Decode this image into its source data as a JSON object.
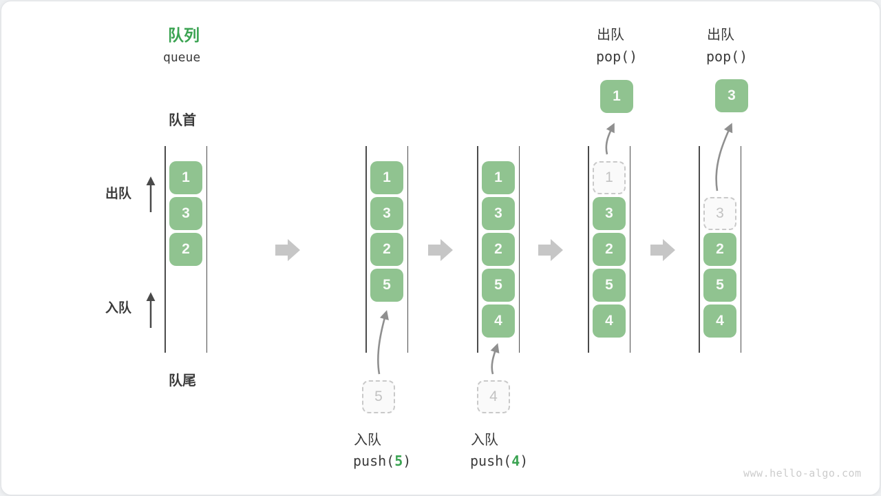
{
  "header": {
    "title": "队列",
    "subtitle": "queue"
  },
  "side": {
    "front_label": "队首",
    "rear_label": "队尾",
    "dequeue_label": "出队",
    "enqueue_label": "入队"
  },
  "states": [
    {
      "items": [
        "1",
        "3",
        "2"
      ]
    },
    {
      "items": [
        "1",
        "3",
        "2",
        "5"
      ],
      "staged_item": "5"
    },
    {
      "items": [
        "1",
        "3",
        "2",
        "5",
        "4"
      ],
      "staged_item": "4"
    },
    {
      "items": [
        "3",
        "2",
        "5",
        "4"
      ],
      "removed_item": "1",
      "popped_item": "1"
    },
    {
      "items": [
        "2",
        "5",
        "4"
      ],
      "removed_item": "3",
      "popped_item": "3"
    }
  ],
  "operations": {
    "push_5": {
      "label": "入队",
      "code": {
        "pre": "push(",
        "arg": "5",
        "post": ")"
      }
    },
    "push_4": {
      "label": "入队",
      "code": {
        "pre": "push(",
        "arg": "4",
        "post": ")"
      }
    },
    "pop_1": {
      "label": "出队",
      "code": "pop()"
    },
    "pop_3": {
      "label": "出队",
      "code": "pop()"
    }
  },
  "watermark": "www.hello-algo.com",
  "colors": {
    "box_green": "#90c390",
    "accent_green": "#3ba352",
    "rail_dark": "#4a4a4a",
    "text_dark": "#3b3b3b",
    "curved_arrow_gray": "#8f8f8f",
    "block_arrow_gray": "#c6c6c6",
    "dashed_gray": "#c9c9c9"
  }
}
